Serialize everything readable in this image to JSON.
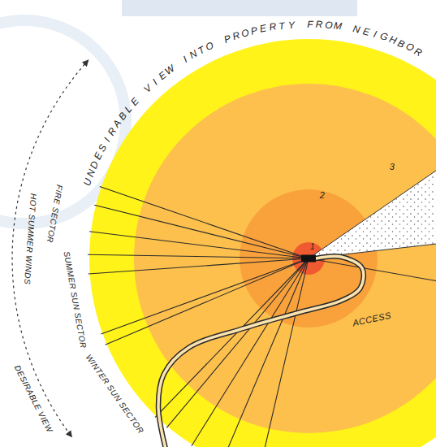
{
  "diagram": {
    "labels": [
      "UNDESIRABLE VIEW INTO PROPERTY FROM NEIGHBOR",
      "3",
      "2",
      "1",
      "HOT SUMMER WINDS",
      "FIRE SECTOR",
      "SUMMER SUN SECTOR",
      "WINTER SUN SECTOR",
      "DESIRABLE VIEW",
      "ACCESS"
    ]
  }
}
